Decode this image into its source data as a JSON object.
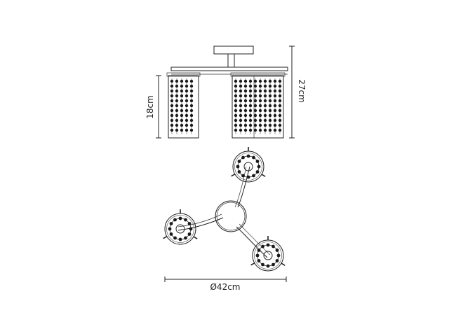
{
  "dimensions": {
    "shade_height": "18cm",
    "total_height": "27cm",
    "diameter": "Ø42cm"
  },
  "colors": {
    "line": "#222222",
    "bead": "#1a1a1a",
    "background": "#ffffff"
  }
}
